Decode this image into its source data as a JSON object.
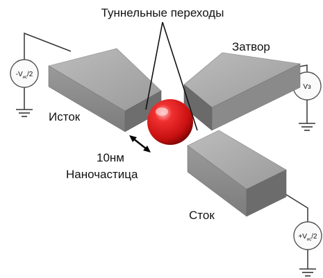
{
  "labels": {
    "tunnel_junctions": "Туннельные переходы",
    "gate": "Затвор",
    "source": "Исток",
    "drain": "Сток",
    "size": "10нм",
    "nanoparticle": "Наночастица"
  },
  "sources": {
    "source_voltage": {
      "prefix": "-V",
      "subscript": "ис",
      "suffix": "/2"
    },
    "gate_voltage": {
      "text": "Vз"
    },
    "drain_voltage": {
      "prefix": "+V",
      "subscript": "ис",
      "suffix": "/2"
    }
  },
  "colors": {
    "block_top": "#a8a8a8",
    "block_front": "#8c8c8c",
    "block_side": "#6a6a6a",
    "particle": "#d81818",
    "particle_highlight": "#ffb3b3",
    "wire": "#333333"
  }
}
